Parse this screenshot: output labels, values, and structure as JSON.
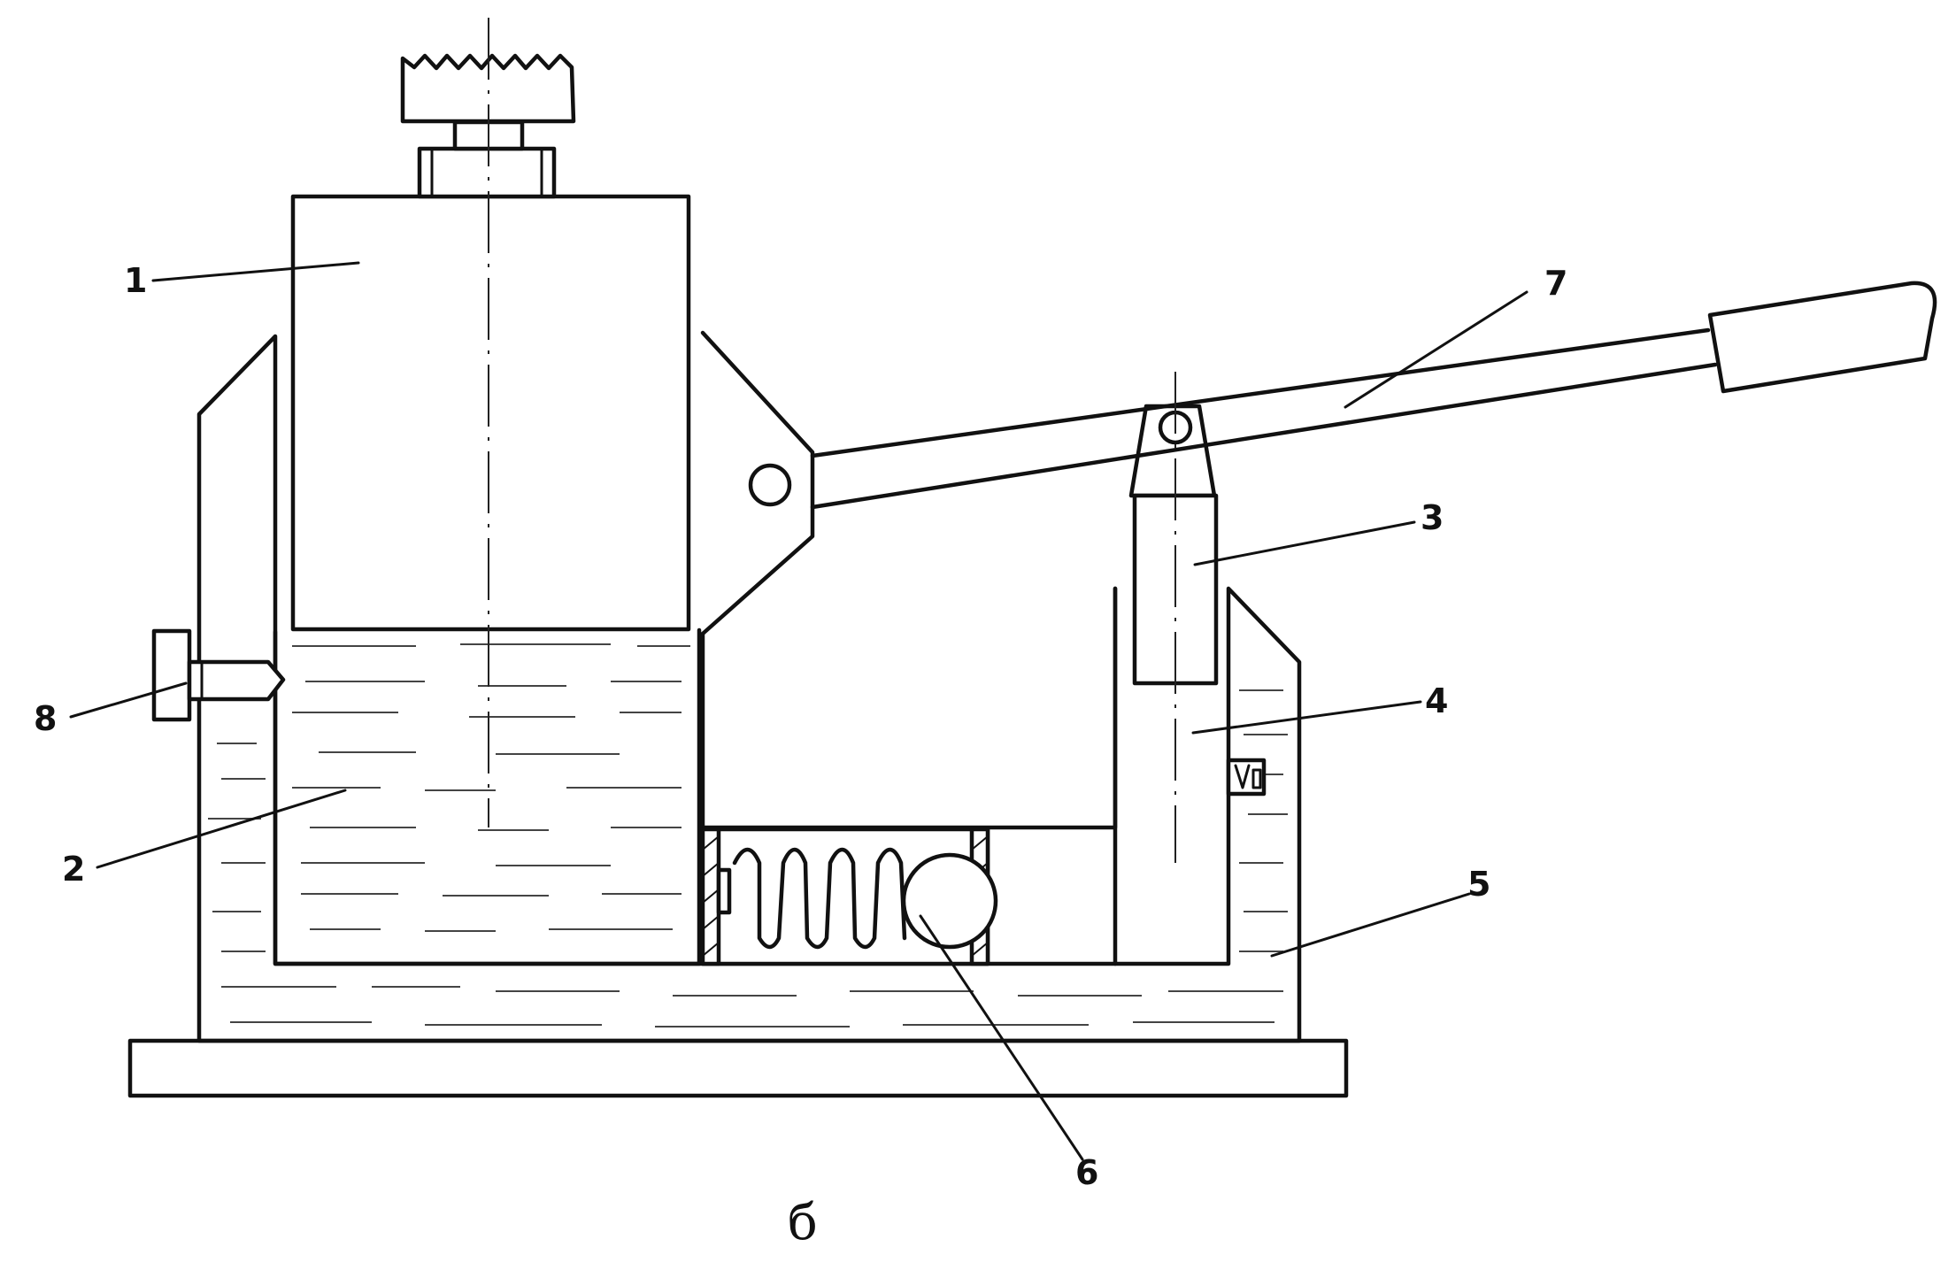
{
  "callouts": [
    {
      "id": "1",
      "label": "1"
    },
    {
      "id": "2",
      "label": "2"
    },
    {
      "id": "3",
      "label": "3"
    },
    {
      "id": "4",
      "label": "4"
    },
    {
      "id": "5",
      "label": "5"
    },
    {
      "id": "6",
      "label": "6"
    },
    {
      "id": "7",
      "label": "7"
    },
    {
      "id": "8",
      "label": "8"
    }
  ],
  "caption": "б",
  "colors": {
    "ink": "#111111",
    "paper": "#ffffff"
  }
}
